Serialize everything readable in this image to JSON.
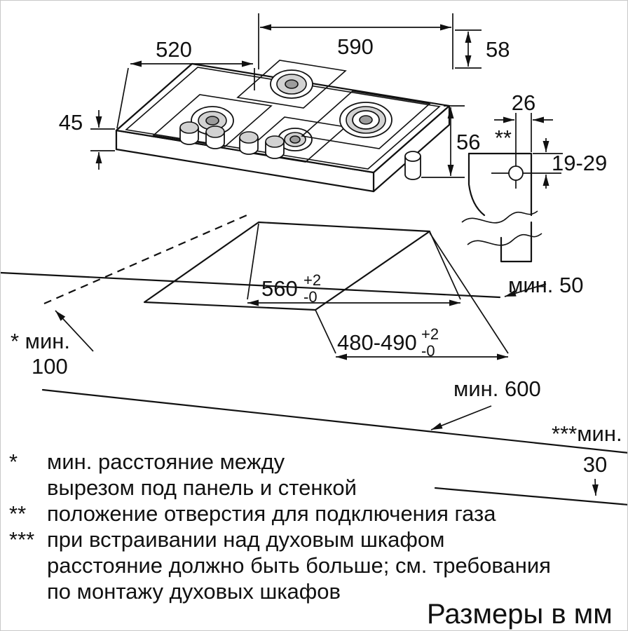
{
  "colors": {
    "ink": "#111111",
    "burner_gray": "#d2d2d2",
    "cap_gray": "#9c9c9c"
  },
  "dims": {
    "d520": "520",
    "d590": "590",
    "d58": "58",
    "d45": "45",
    "d56": "56",
    "d26": "26",
    "d19_29": "19-29",
    "gas_pos_marker": "**",
    "cutout_width": "560",
    "cutout_width_tol_plus": "+2",
    "cutout_width_tol_minus": "-0",
    "cutout_depth": "480-490",
    "cutout_depth_tol_plus": "+2",
    "cutout_depth_tol_minus": "-0",
    "min_back": "мин. 50",
    "min_side_label": "* мин.",
    "min_side_value": "100",
    "min_depth": "мин. 600",
    "min_oven_label": "***мин.",
    "min_oven_value": "30"
  },
  "footnotes": [
    {
      "m": "*",
      "t": "мин. расстояние между"
    },
    {
      "m": "",
      "t": "вырезом под панель и стенкой"
    },
    {
      "m": "**",
      "t": "положение отверстия для подключения газа"
    },
    {
      "m": "***",
      "t": "при встраивании над духовым шкафом"
    },
    {
      "m": "",
      "t": "расстояние должно быть больше; см. требования"
    },
    {
      "m": "",
      "t": "по монтажу духовых шкафов"
    }
  ],
  "units_caption": "Размеры в мм"
}
